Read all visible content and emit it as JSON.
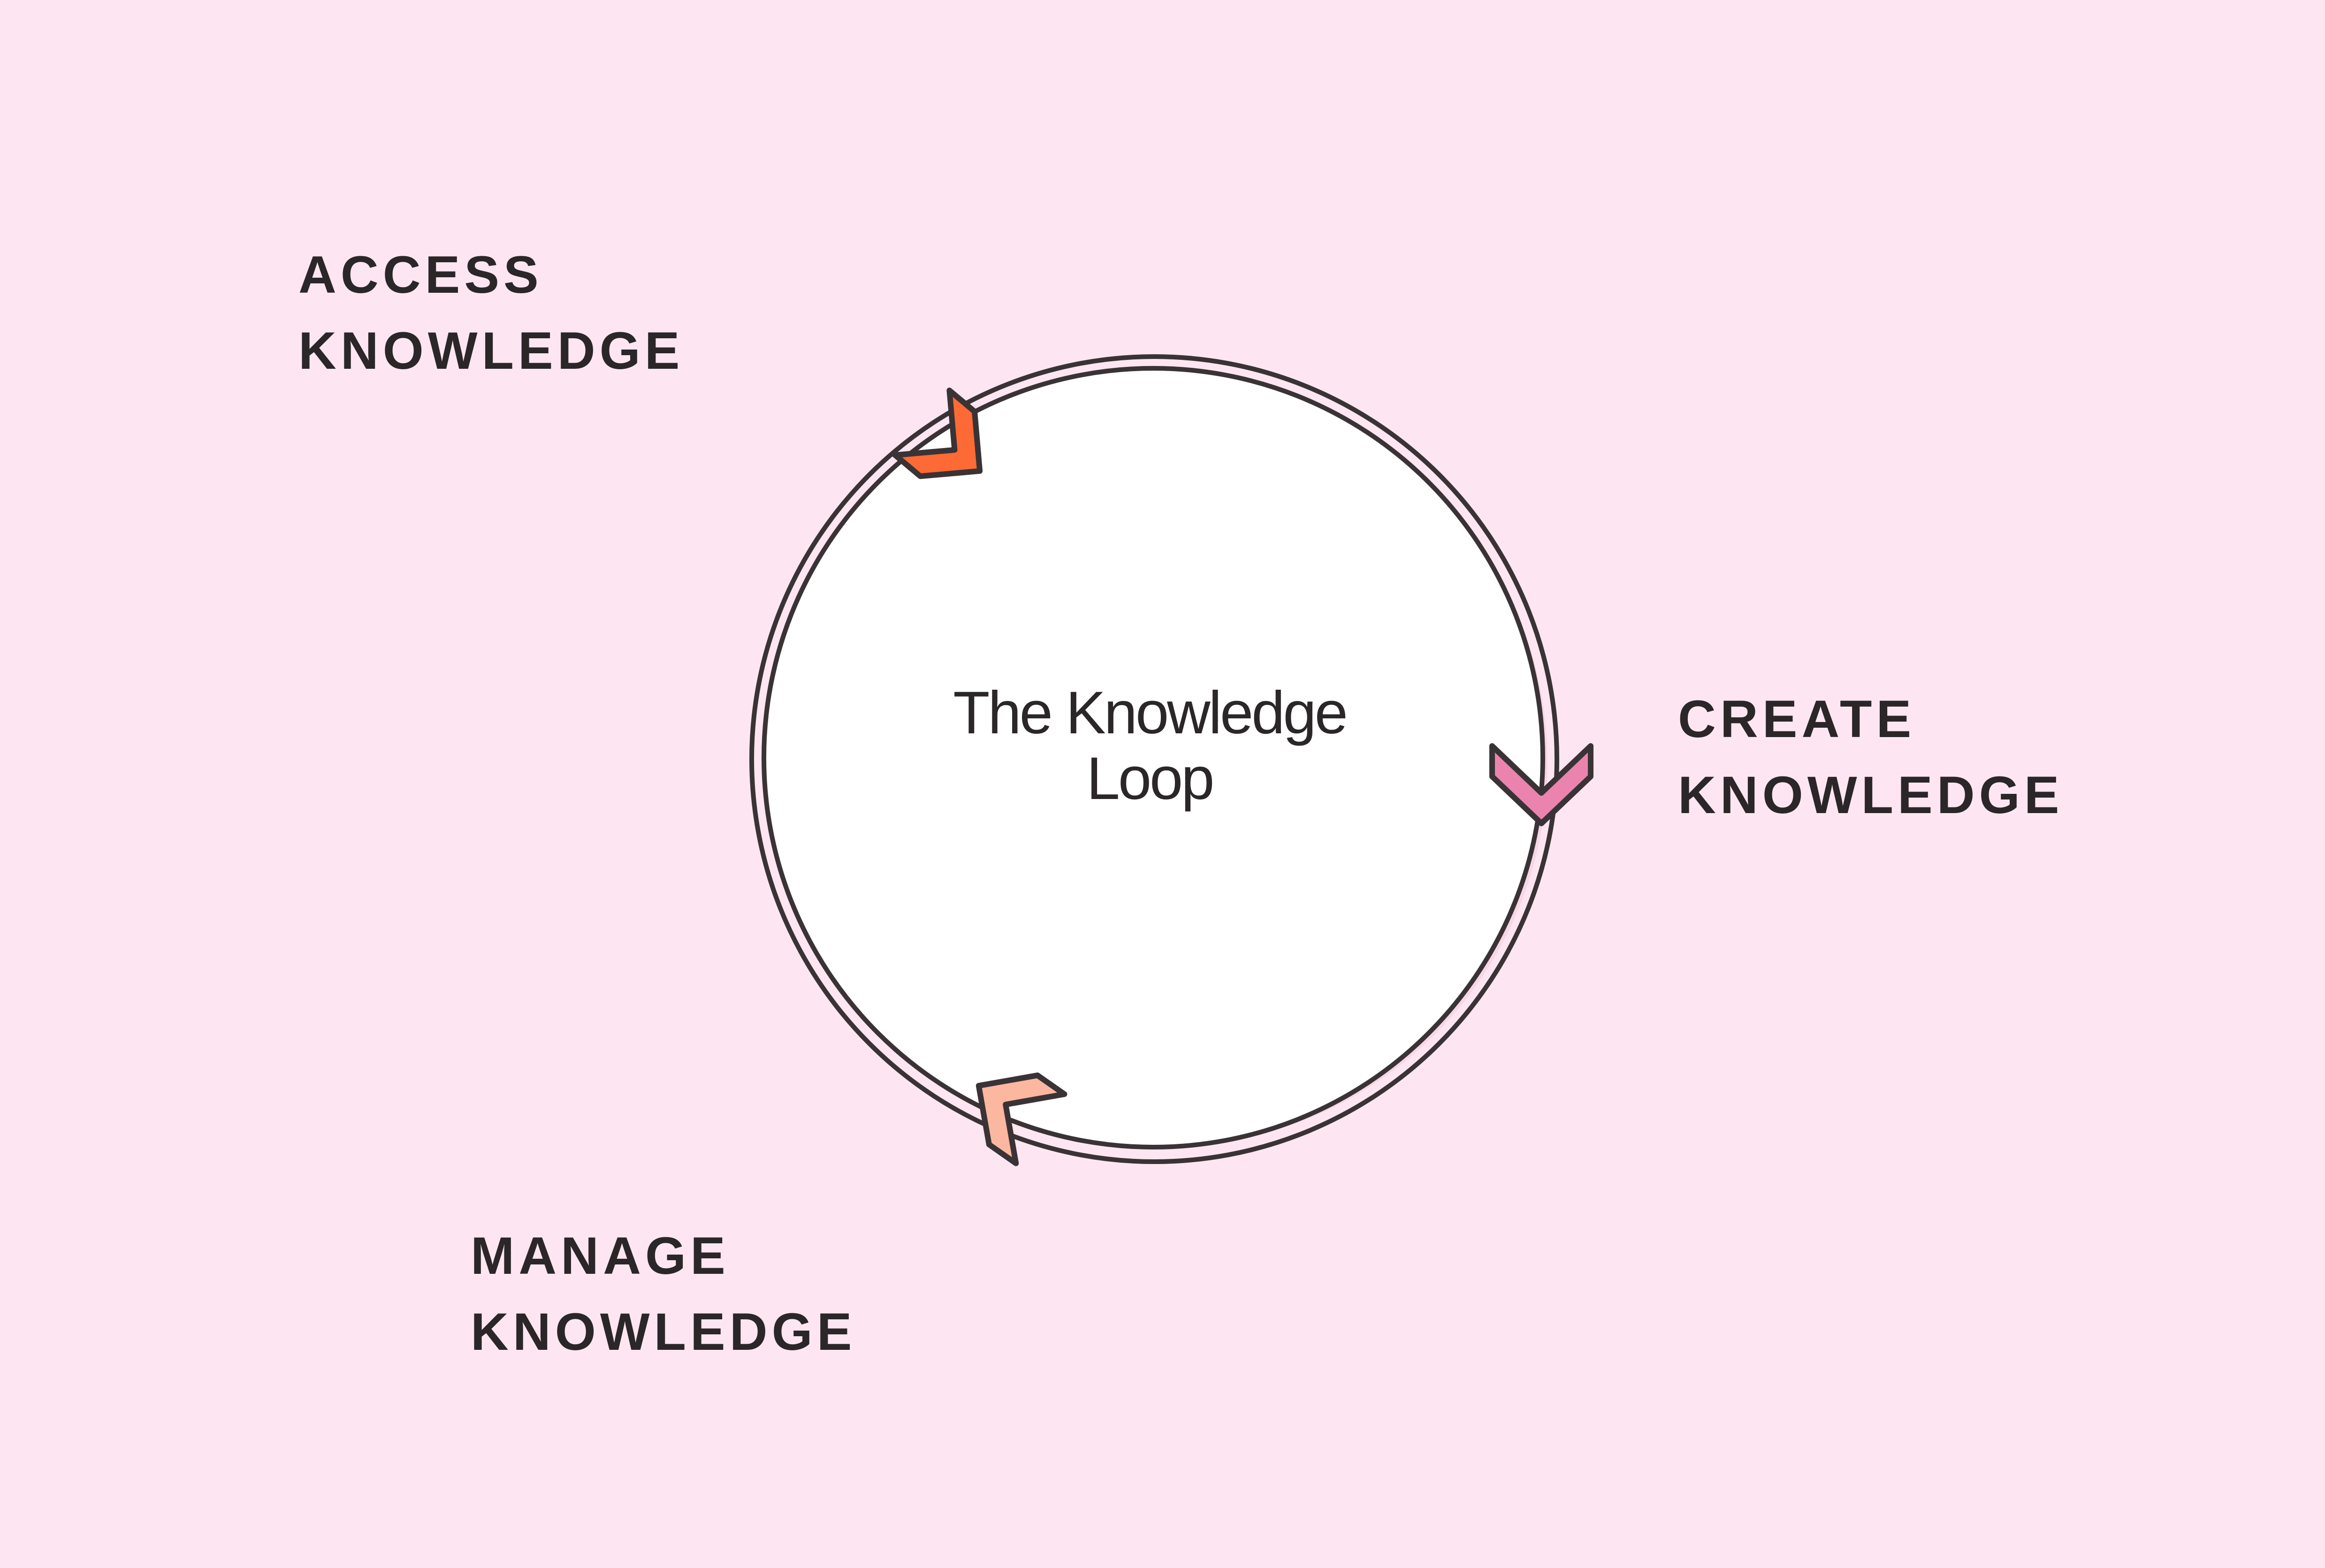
{
  "title": [
    "The Knowledge",
    "Loop"
  ],
  "stages": [
    {
      "id": "access",
      "lines": [
        "ACCESS",
        "KNOWLEDGE"
      ],
      "arrow_color": "#fe6a35"
    },
    {
      "id": "create",
      "lines": [
        "CREATE",
        "KNOWLEDGE"
      ],
      "arrow_color": "#ea84ae"
    },
    {
      "id": "manage",
      "lines": [
        "MANAGE",
        "KNOWLEDGE"
      ],
      "arrow_color": "#fbb7a0"
    }
  ],
  "colors": {
    "background": "#fde6f1",
    "circle_fill": "#ffffff",
    "stroke": "#3a3335",
    "text": "#2b2628"
  },
  "icons": [
    "chevron-arrow-icon"
  ]
}
